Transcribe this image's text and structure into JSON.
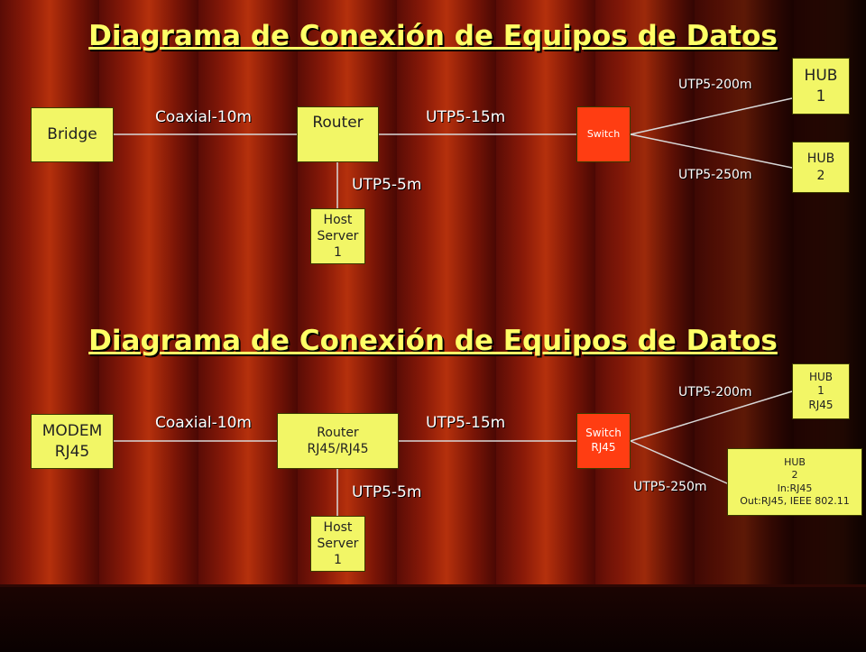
{
  "colors": {
    "box": "#f2f666",
    "switch": "#ff3d12",
    "title": "#ffff66",
    "link": "#d8d8d8"
  },
  "diagram1": {
    "title": "Diagrama de Conexión de Equipos de Datos",
    "bridge": [
      "Bridge"
    ],
    "router": [
      "Router"
    ],
    "switch": [
      "Switch"
    ],
    "hub1": [
      "HUB",
      "1"
    ],
    "hub2": [
      "HUB",
      "2"
    ],
    "host": [
      "Host",
      "Server",
      "1"
    ],
    "links": {
      "bridge_router": "Coaxial-10m",
      "router_switch": "UTP5-15m",
      "router_host": "UTP5-5m",
      "switch_hub1": "UTP5-200m",
      "switch_hub2": "UTP5-250m"
    }
  },
  "diagram2": {
    "title": "Diagrama de Conexión de Equipos de Datos",
    "modem": [
      "MODEM",
      "RJ45"
    ],
    "router": [
      "Router",
      "RJ45/RJ45"
    ],
    "switch": [
      "Switch",
      "RJ45"
    ],
    "hub1": [
      "HUB",
      "1",
      "RJ45"
    ],
    "hub2": [
      "HUB",
      "2",
      "In:RJ45",
      "Out:RJ45, IEEE 802.11"
    ],
    "host": [
      "Host",
      "Server",
      "1"
    ],
    "links": {
      "modem_router": "Coaxial-10m",
      "router_switch": "UTP5-15m",
      "router_host": "UTP5-5m",
      "switch_hub1": "UTP5-200m",
      "switch_hub2": "UTP5-250m"
    }
  }
}
